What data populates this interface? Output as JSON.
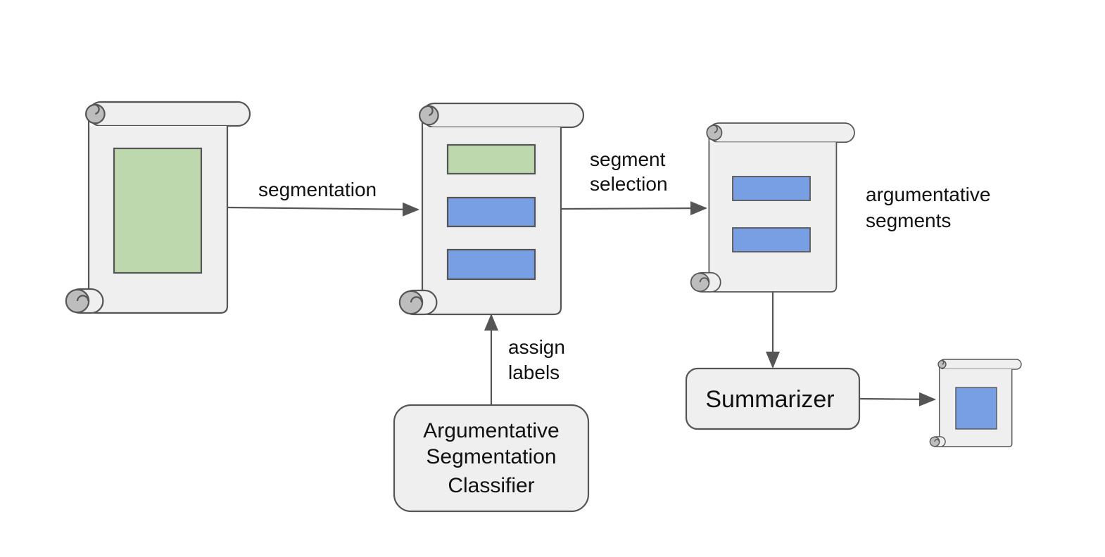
{
  "colors": {
    "scroll_fill": "#efefef",
    "scroll_stroke": "#555555",
    "curl_fill": "#bdbdbd",
    "green_segment": "#bcd8ac",
    "blue_segment": "#789ee3",
    "arrow": "#555555"
  },
  "nodes": {
    "input_document": {
      "icon": "scroll-icon",
      "segments": [
        "green"
      ]
    },
    "segmented_document": {
      "icon": "scroll-icon",
      "segments": [
        "green",
        "blue",
        "blue"
      ]
    },
    "selected_segments": {
      "icon": "scroll-icon",
      "segments": [
        "blue",
        "blue"
      ],
      "caption_line1": "argumentative",
      "caption_line2": "segments"
    },
    "classifier": {
      "line1": "Argumentative",
      "line2": "Segmentation",
      "line3": "Classifier"
    },
    "summarizer": {
      "label": "Summarizer"
    },
    "summary_document": {
      "icon": "scroll-icon",
      "segments": [
        "blue"
      ]
    }
  },
  "edges": {
    "segmentation": {
      "label": "segmentation"
    },
    "segment_selection": {
      "line1": "segment",
      "line2": "selection"
    },
    "assign_labels": {
      "line1": "assign",
      "line2": "labels"
    },
    "to_summarizer": {
      "label": ""
    },
    "to_summary": {
      "label": ""
    }
  }
}
